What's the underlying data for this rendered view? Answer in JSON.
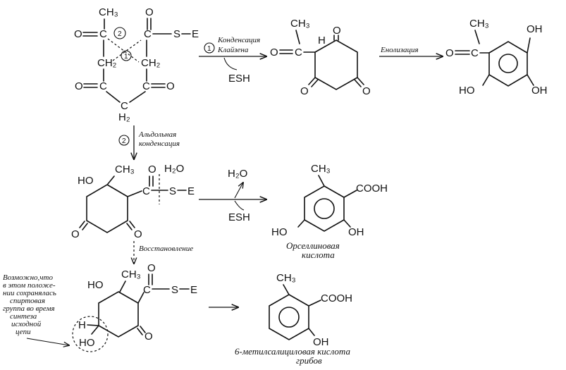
{
  "steps": {
    "claisen_num": "1",
    "claisen_line1": "Конденсация",
    "claisen_line2": "Клайзена",
    "claisen_byproduct": "ESH",
    "enolization": "Енолизация",
    "aldol_num": "2",
    "aldol_line1": "Альдольная",
    "aldol_line2": "конденсация",
    "water_in": "H₂O",
    "aromatize_byproduct": "ESH",
    "reduction": "Восстановление"
  },
  "molecules": {
    "orsellinic_line1": "Орселлиновая",
    "orsellinic_line2": "кислота",
    "methylsalicylic_line1": "6-метилсалициловая кислота",
    "methylsalicylic_line2": "грибов"
  },
  "note_lines": [
    "Возможно,что",
    "в этом положе-",
    "нии сохранялась",
    "спиртовая",
    "группа во время",
    "синтеза",
    "исходной",
    "цепи"
  ],
  "atoms": {
    "O": "O",
    "C": "C",
    "S": "S",
    "E": "E",
    "H": "H",
    "HO": "HO",
    "OH": "OH",
    "CH3": "CH₃",
    "CH2": "CH₂",
    "H2": "H₂",
    "H2O": "H₂O",
    "COOH": "COOH",
    "num1": "1",
    "num2": "2"
  }
}
